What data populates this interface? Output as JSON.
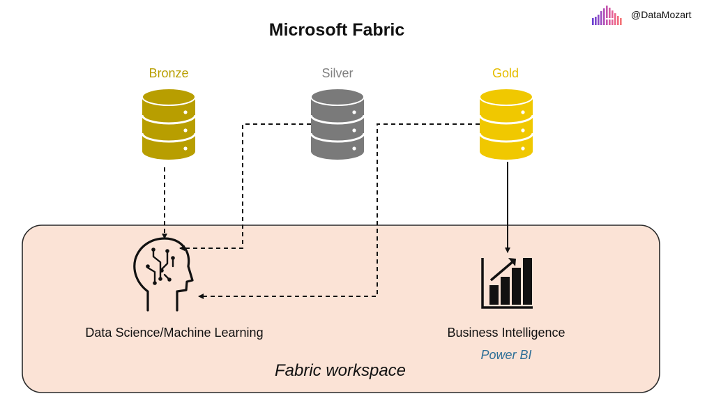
{
  "header": {
    "title": "Microsoft Fabric",
    "handle": "@DataMozart",
    "logo_icon": "bar-spectrum-logo-icon"
  },
  "tiers": [
    {
      "label": "Bronze",
      "color": "#b89e00",
      "icon": "database-icon"
    },
    {
      "label": "Silver",
      "color": "#7a7a7a",
      "icon": "database-icon"
    },
    {
      "label": "Gold",
      "color": "#f0c800",
      "icon": "database-icon"
    }
  ],
  "tier_label_colors": {
    "bronze": "#b89e00",
    "silver": "#808080",
    "gold": "#e5bd00"
  },
  "workspace": {
    "label": "Fabric workspace",
    "fill": "#fbe3d6",
    "stroke": "#2b2b2b"
  },
  "consumers": {
    "data_science": {
      "label": "Data Science/Machine Learning",
      "icon": "ai-head-circuit-icon"
    },
    "business_intelligence": {
      "label": "Business Intelligence",
      "sublabel": "Power BI",
      "sublabel_color": "#2e6f97",
      "icon": "growth-chart-icon"
    }
  },
  "connectors": [
    {
      "from": "Bronze",
      "to": "Data Science/Machine Learning",
      "style": "dashed"
    },
    {
      "from": "Silver",
      "to": "Data Science/Machine Learning",
      "style": "dashed"
    },
    {
      "from": "Gold",
      "to": "Data Science/Machine Learning",
      "style": "dashed"
    },
    {
      "from": "Gold",
      "to": "Business Intelligence",
      "style": "solid"
    }
  ]
}
